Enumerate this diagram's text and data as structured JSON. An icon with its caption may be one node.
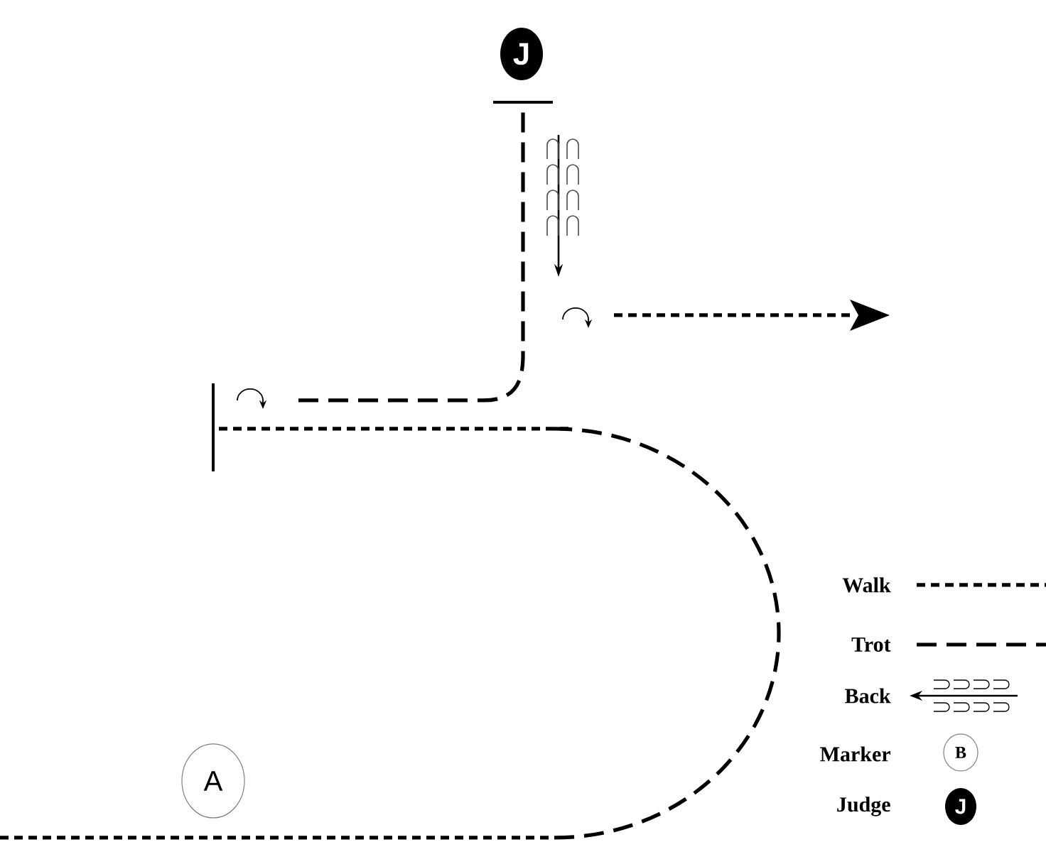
{
  "diagram": {
    "nodes": [
      {
        "text": [
          "J"
        ]
      },
      {
        "text": [
          "A"
        ]
      },
      {
        "text": [
          "B"
        ]
      },
      {
        "text": [
          "J"
        ]
      }
    ],
    "legend": [
      {
        "text": "Walk"
      },
      {
        "text": "Trot"
      },
      {
        "text": "Back"
      },
      {
        "text": "Marker"
      },
      {
        "text": "Judge"
      }
    ]
  }
}
